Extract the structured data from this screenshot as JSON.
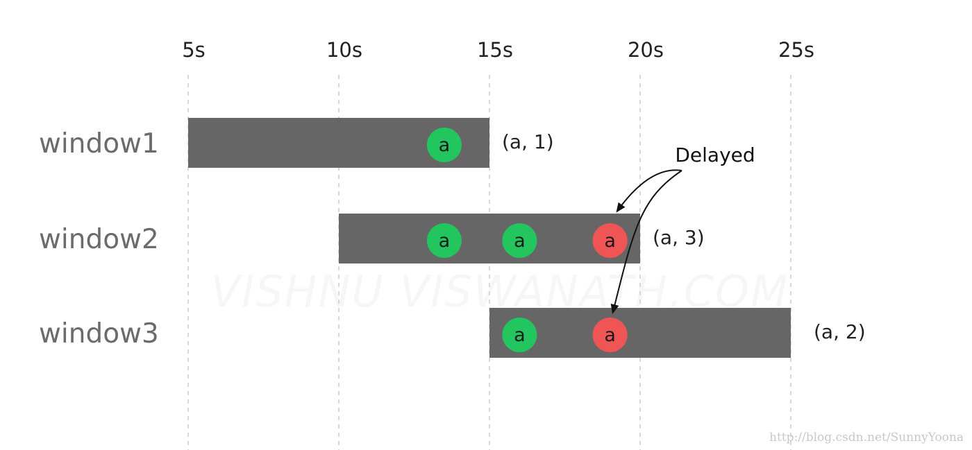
{
  "axis": {
    "ticks": [
      {
        "value": 5,
        "label": "5s"
      },
      {
        "value": 10,
        "label": "10s"
      },
      {
        "value": 15,
        "label": "15s"
      },
      {
        "value": 20,
        "label": "20s"
      },
      {
        "value": 25,
        "label": "25s"
      }
    ]
  },
  "windows": [
    {
      "label": "window1",
      "start": 5,
      "end": 15,
      "result": "(a, 1)",
      "events": [
        {
          "time": 13.5,
          "label": "a",
          "status": "on-time"
        }
      ]
    },
    {
      "label": "window2",
      "start": 10,
      "end": 20,
      "result": "(a, 3)",
      "events": [
        {
          "time": 13.5,
          "label": "a",
          "status": "on-time"
        },
        {
          "time": 16,
          "label": "a",
          "status": "on-time"
        },
        {
          "time": 19,
          "label": "a",
          "status": "delayed"
        }
      ]
    },
    {
      "label": "window3",
      "start": 15,
      "end": 25,
      "result": "(a, 2)",
      "events": [
        {
          "time": 16,
          "label": "a",
          "status": "on-time"
        },
        {
          "time": 19,
          "label": "a",
          "status": "delayed"
        }
      ]
    }
  ],
  "annotation": {
    "text": "Delayed",
    "targets": [
      {
        "window": "window2",
        "time": 19
      },
      {
        "window": "window3",
        "time": 19
      }
    ]
  },
  "watermark": "VISHNU VISWANATH.COM",
  "credit": "http://blog.csdn.net/SunnyYoona",
  "colors": {
    "window_bar": "#666666",
    "on_time_event": "#22c55e",
    "delayed_event": "#f05555",
    "gridline": "#d8d8d8",
    "row_label": "#6b6b6b"
  }
}
